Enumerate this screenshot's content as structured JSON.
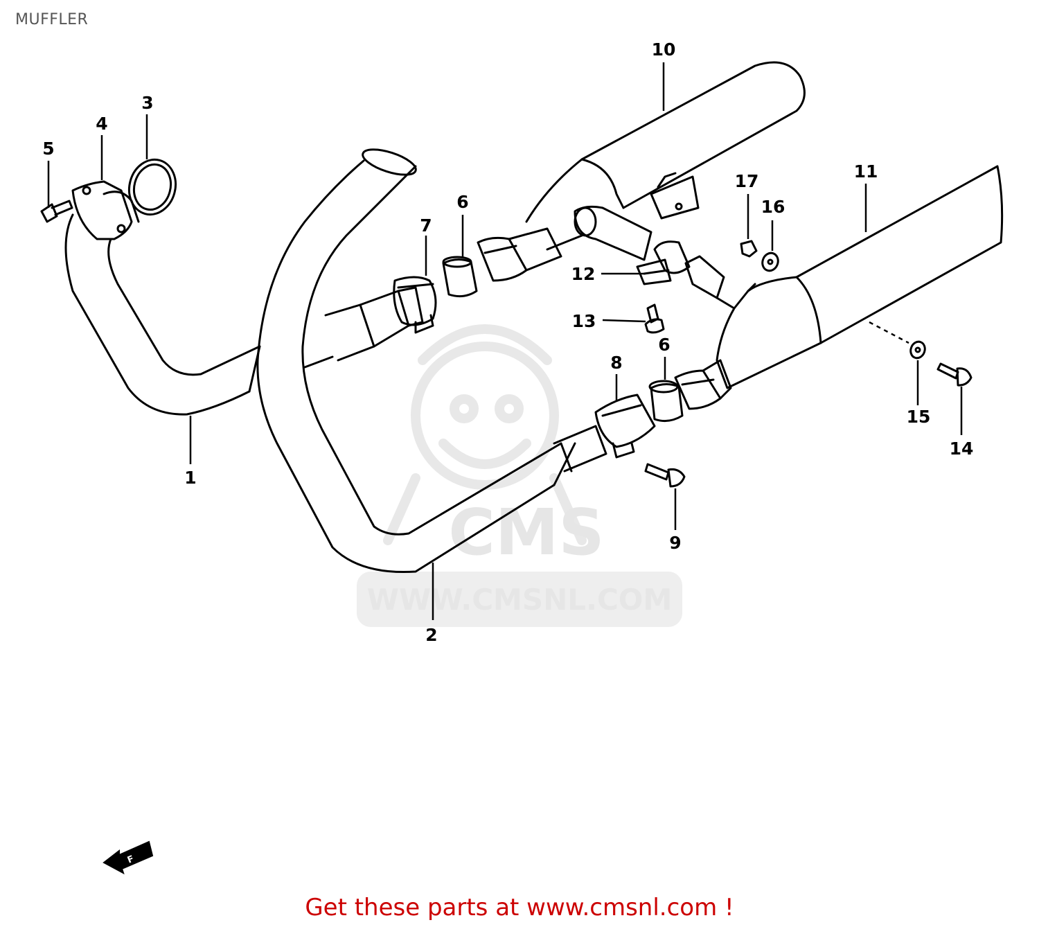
{
  "title": "MUFFLER",
  "watermark": {
    "logo_text": "CMS",
    "url_text": "WWW.CMSNL.COM"
  },
  "front_marker": {
    "label": "F"
  },
  "callouts": [
    {
      "id": "c1",
      "label": "1"
    },
    {
      "id": "c2",
      "label": "2"
    },
    {
      "id": "c3",
      "label": "3"
    },
    {
      "id": "c4",
      "label": "4"
    },
    {
      "id": "c5",
      "label": "5"
    },
    {
      "id": "c6a",
      "label": "6"
    },
    {
      "id": "c6b",
      "label": "6"
    },
    {
      "id": "c7",
      "label": "7"
    },
    {
      "id": "c8",
      "label": "8"
    },
    {
      "id": "c9",
      "label": "9"
    },
    {
      "id": "c10",
      "label": "10"
    },
    {
      "id": "c11",
      "label": "11"
    },
    {
      "id": "c12",
      "label": "12"
    },
    {
      "id": "c13",
      "label": "13"
    },
    {
      "id": "c14",
      "label": "14"
    },
    {
      "id": "c15",
      "label": "15"
    },
    {
      "id": "c16",
      "label": "16"
    },
    {
      "id": "c17",
      "label": "17"
    }
  ],
  "footer": {
    "text": "Get these parts at www.cmsnl.com !"
  },
  "colors": {
    "footer": "#cc0000",
    "lines": "#000000",
    "watermark": "#e6e6e6"
  }
}
